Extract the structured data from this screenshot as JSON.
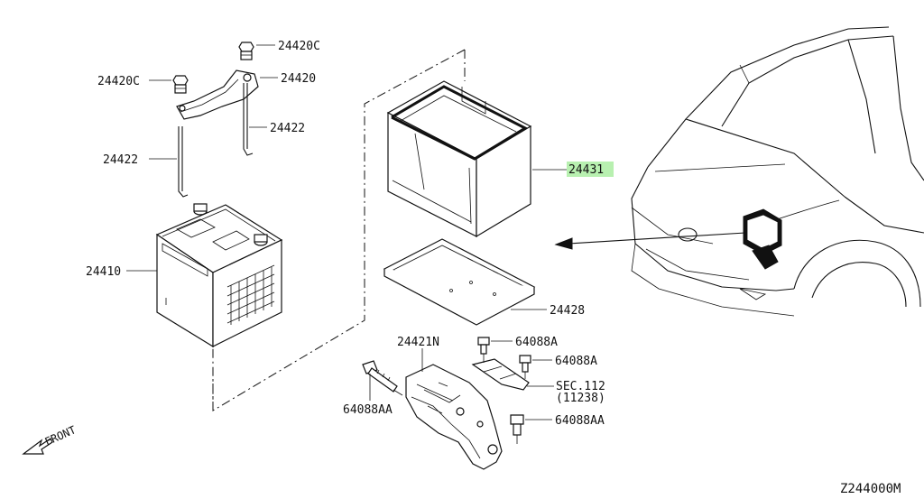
{
  "labels": {
    "p24420c_top": "24420C",
    "p24420c_left": "24420C",
    "p24420": "24420",
    "p24422_right": "24422",
    "p24422_left": "24422",
    "p24410": "24410",
    "p24431": "24431",
    "p24428": "24428",
    "p24421n": "24421N",
    "p64088a_1": "64088A",
    "p64088a_2": "64088A",
    "p64088aa_right": "64088AA",
    "p64088aa_left": "64088AA",
    "sec_112": "SEC.112",
    "sec_112_sub": "(11238)",
    "front": "FRONT",
    "diagram_code": "Z244000M"
  },
  "colors": {
    "highlight": "#b8f0b0",
    "ink": "#111111"
  },
  "icons": {
    "front_arrow": "front-arrow-icon"
  }
}
